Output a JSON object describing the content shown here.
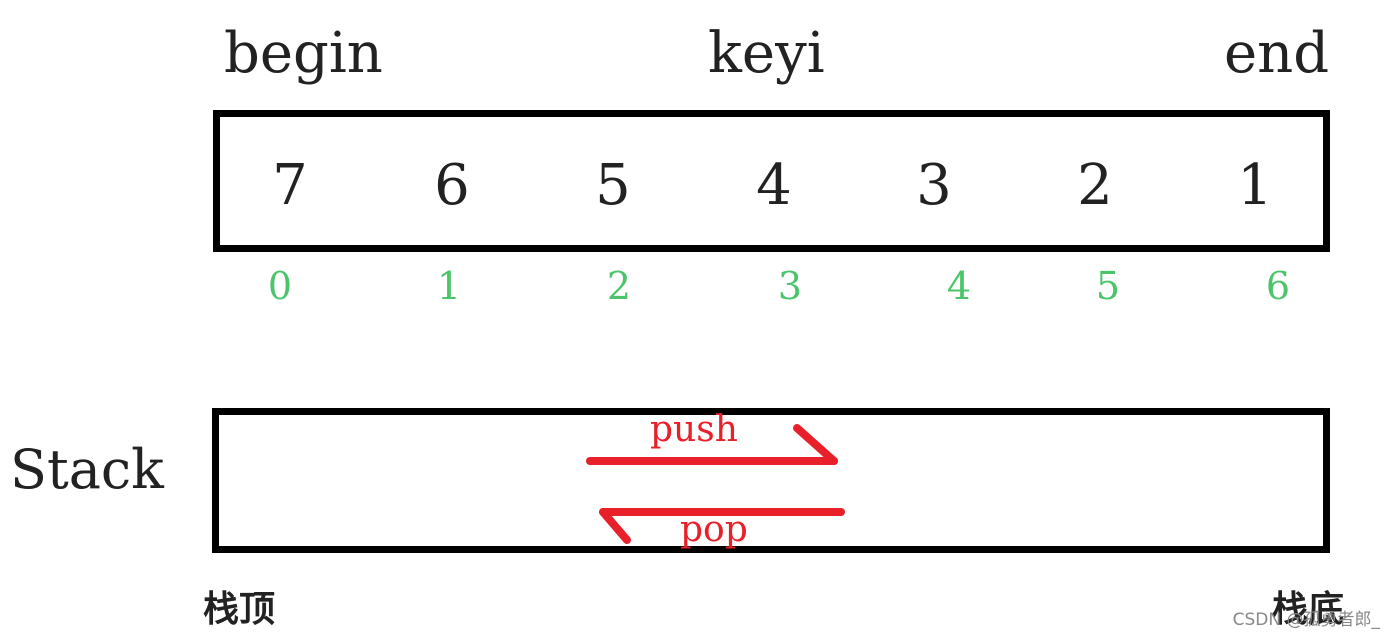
{
  "pointers": {
    "begin": "begin",
    "keyi": "keyi",
    "end": "end"
  },
  "array": {
    "values": [
      "7",
      "6",
      "5",
      "4",
      "3",
      "2",
      "1"
    ],
    "indices": [
      "0",
      "1",
      "2",
      "3",
      "4",
      "5",
      "6"
    ]
  },
  "stack": {
    "label": "Stack",
    "push_label": "push",
    "pop_label": "pop",
    "top_label": "栈顶",
    "bottom_label": "栈底"
  },
  "watermark": "CSDN @孤勇者郎_",
  "colors": {
    "index": "#4cc46a",
    "arrow": "#e8202a",
    "border": "#000000"
  }
}
